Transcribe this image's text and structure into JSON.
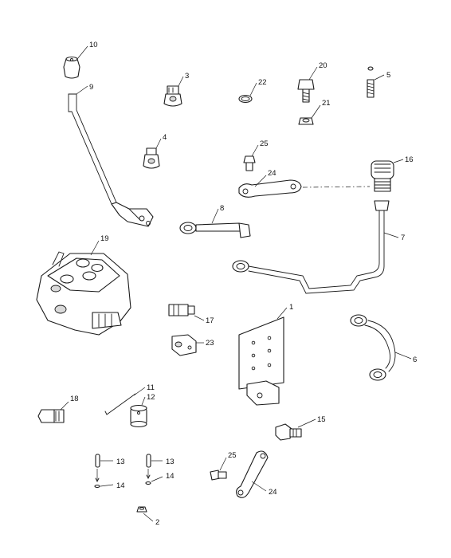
{
  "callouts": [
    {
      "id": "c10",
      "label": "10"
    },
    {
      "id": "c9",
      "label": "9"
    },
    {
      "id": "c3",
      "label": "3"
    },
    {
      "id": "c22",
      "label": "22"
    },
    {
      "id": "c20",
      "label": "20"
    },
    {
      "id": "c5",
      "label": "5"
    },
    {
      "id": "c21",
      "label": "21"
    },
    {
      "id": "c4",
      "label": "4"
    },
    {
      "id": "c25a",
      "label": "25"
    },
    {
      "id": "c16",
      "label": "16"
    },
    {
      "id": "c24a",
      "label": "24"
    },
    {
      "id": "c8",
      "label": "8"
    },
    {
      "id": "c7",
      "label": "7"
    },
    {
      "id": "c19",
      "label": "19"
    },
    {
      "id": "c1",
      "label": "1"
    },
    {
      "id": "c17",
      "label": "17"
    },
    {
      "id": "c23",
      "label": "23"
    },
    {
      "id": "c6",
      "label": "6"
    },
    {
      "id": "c11",
      "label": "11"
    },
    {
      "id": "c12",
      "label": "12"
    },
    {
      "id": "c18",
      "label": "18"
    },
    {
      "id": "c15",
      "label": "15"
    },
    {
      "id": "c25b",
      "label": "25"
    },
    {
      "id": "c13a",
      "label": "13"
    },
    {
      "id": "c13b",
      "label": "13"
    },
    {
      "id": "c14a",
      "label": "14"
    },
    {
      "id": "c14b",
      "label": "14"
    },
    {
      "id": "c24b",
      "label": "24"
    },
    {
      "id": "c2",
      "label": "2"
    }
  ]
}
